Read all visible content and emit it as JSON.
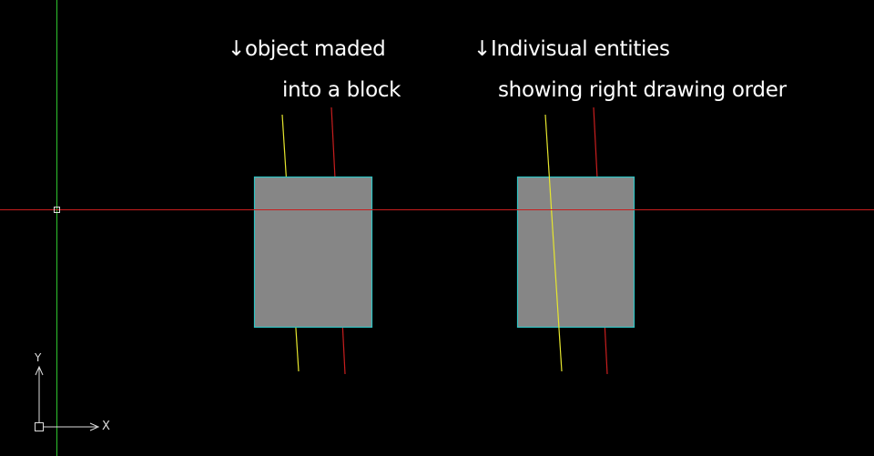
{
  "annotations": {
    "block_line1": "↓object maded",
    "block_line2": "into a block",
    "entities_line1": "↓Indivisual entities",
    "entities_line2": "showing right drawing order"
  },
  "ucs_icon": {
    "x_label": "X",
    "y_label": "Y"
  },
  "colors": {
    "background": "#000000",
    "rect_fill": "#868686",
    "rect_border": "#2ec4c4",
    "yellow_line": "#e6e62e",
    "red_line": "#c81e1e",
    "green_axis": "#2ec42e"
  }
}
